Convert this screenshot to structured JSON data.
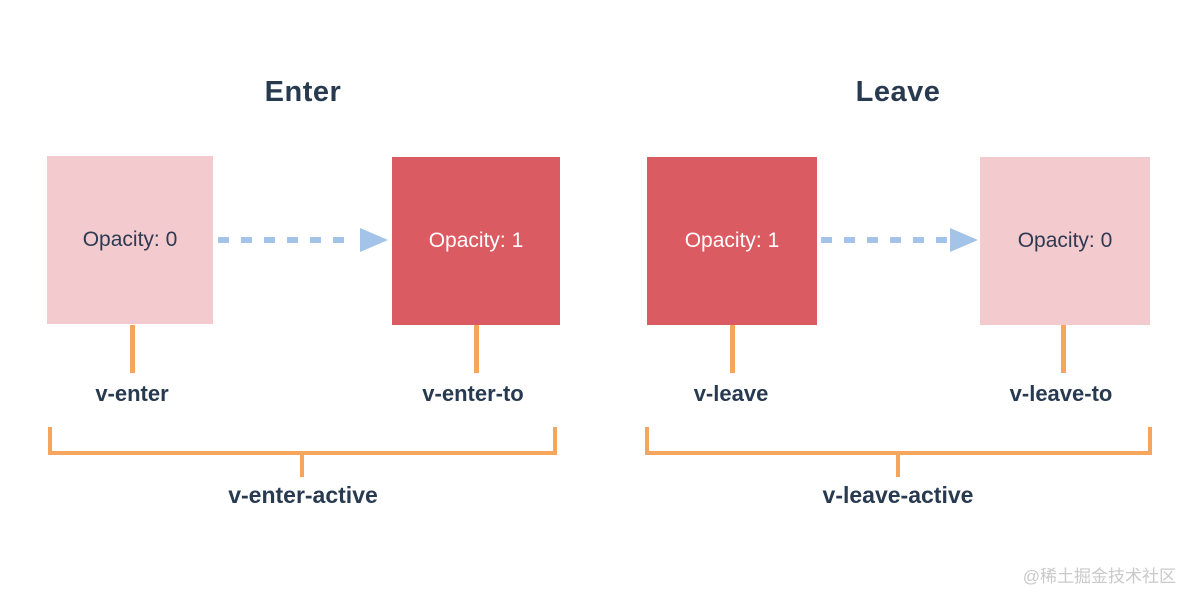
{
  "diagram": {
    "sections": [
      {
        "title": "Enter",
        "start_box": {
          "text": "Opacity: 0",
          "variant": "pink"
        },
        "end_box": {
          "text": "Opacity: 1",
          "variant": "red"
        },
        "start_class": "v-enter",
        "end_class": "v-enter-to",
        "active_class": "v-enter-active"
      },
      {
        "title": "Leave",
        "start_box": {
          "text": "Opacity: 1",
          "variant": "red"
        },
        "end_box": {
          "text": "Opacity: 0",
          "variant": "pink"
        },
        "start_class": "v-leave",
        "end_class": "v-leave-to",
        "active_class": "v-leave-active"
      }
    ],
    "colors": {
      "box_pink": "#f3cacd",
      "box_red": "#db5b63",
      "bracket_orange": "#f5a55c",
      "arrow_blue": "#a3c3e8",
      "text_navy": "#283a50",
      "watermark_gray": "#c9c9c9"
    },
    "watermark": "@稀土掘金技术社区"
  }
}
